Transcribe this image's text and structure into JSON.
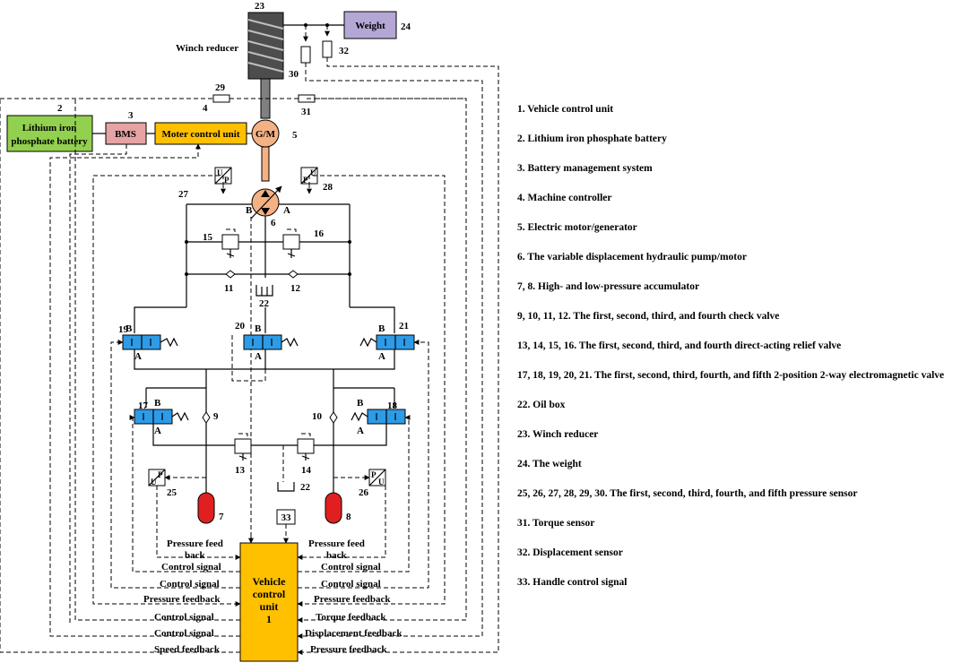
{
  "components": {
    "battery": {
      "num": "2",
      "line1": "Lithium iron",
      "line2": "phosphate battery",
      "fill": "#92d050"
    },
    "bms": {
      "num": "3",
      "label": "BMS",
      "fill": "#e6a3a3"
    },
    "motor_ctrl": {
      "label": "Moter control unit",
      "fill": "#ffc000"
    },
    "winch": {
      "num": "23",
      "label": "Winch reducer"
    },
    "weight": {
      "num": "24",
      "label": "Weight",
      "fill": "#b4a7d6"
    },
    "gm": {
      "num": "5",
      "label": "G/M",
      "fill": "#f4b183"
    },
    "pump": {
      "num": "6"
    },
    "vcu": {
      "num": "1",
      "line1": "Vehicle",
      "line2": "control",
      "line3": "unit",
      "fill": "#ffc000"
    },
    "handle": {
      "num": "33"
    },
    "oilbox_top": {
      "num": "22"
    },
    "oilbox_bottom": {
      "num": "22"
    }
  },
  "component_numbers": {
    "n4": "4",
    "n27": "27",
    "n28": "28",
    "n29": "29",
    "n30": "30",
    "n31": "31",
    "n32": "32",
    "n15": "15",
    "n16": "16",
    "n11": "11",
    "n12": "12",
    "n19": "19",
    "n20": "20",
    "n21": "21",
    "n17": "17",
    "n18": "18",
    "n9": "9",
    "n10": "10",
    "n13": "13",
    "n14": "14",
    "n25": "25",
    "n26": "26",
    "n7": "7",
    "n8": "8"
  },
  "port_labels": {
    "a": "A",
    "b": "B",
    "u": "U",
    "p": "P"
  },
  "signal_labels": {
    "pf_left": "Pressure feed",
    "pf_left2": "back",
    "pf_right": "Pressure feed",
    "pf_right2": "back",
    "cs_l1": "Control signal",
    "cs_l2": "Control signal",
    "pfb_l": "Pressure feedback",
    "cs_l3": "Control signal",
    "cs_l4": "Control signal",
    "sf_l": "Speed feedback",
    "cs_r1": "Control signal",
    "cs_r2": "Control signal",
    "pfb_r": "Pressure feedback",
    "tf_r": "Torque feedback",
    "df_r": "Displacement feedback",
    "pfb_r2": "Pressure feedback"
  },
  "accent_colors": {
    "valve": "#2e9be6",
    "accumulator": "#e02020",
    "pump": "#f4b183",
    "relief": "#ffffff"
  },
  "legend": [
    "1. Vehicle control unit",
    "2. Lithium iron phosphate battery",
    "3. Battery management system",
    "4. Machine controller",
    "5. Electric motor/generator",
    "6. The variable displacement hydraulic pump/motor",
    "7, 8. High- and low-pressure accumulator",
    "9, 10, 11, 12. The first, second, third, and fourth check valve",
    "13, 14, 15, 16. The first, second, third, and fourth direct-acting relief valve",
    "17, 18, 19, 20, 21. The first, second, third, fourth, and fifth 2-position 2-way electromagnetic valve",
    "22. Oil box",
    "23. Winch reducer",
    "24. The weight",
    "25, 26, 27, 28, 29, 30. The first, second, third, fourth, and fifth pressure sensor",
    "31. Torque sensor",
    "32. Displacement sensor",
    "33. Handle control signal"
  ]
}
